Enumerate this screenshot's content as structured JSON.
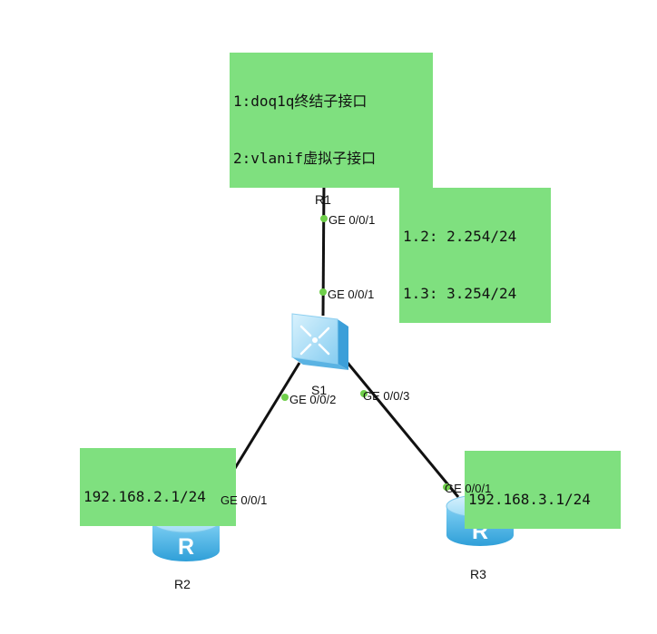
{
  "notes": {
    "modes": [
      "1:doq1q终结子接口",
      "2:vlanif虚拟子接口"
    ],
    "r1_subifs": [
      "1.2: 2.254/24",
      "1.3: 3.254/24"
    ],
    "r2_ip": "192.168.2.1/24",
    "r3_ip": "192.168.3.1/24"
  },
  "devices": {
    "r1": "R1",
    "s1": "S1",
    "r2": "R2",
    "r3": "R3"
  },
  "ports": {
    "r1_ge": "GE 0/0/1",
    "s1_ge1": "GE 0/0/1",
    "s1_ge2": "GE 0/0/2",
    "s1_ge3": "GE 0/0/3",
    "r2_ge": "GE 0/0/1",
    "r3_ge": "GE 0/0/1"
  },
  "colors": {
    "note_bg": "#7fe07f",
    "link": "#111111",
    "port_dot": "#6fcf4a",
    "device_blue": "#4fb6ea"
  }
}
